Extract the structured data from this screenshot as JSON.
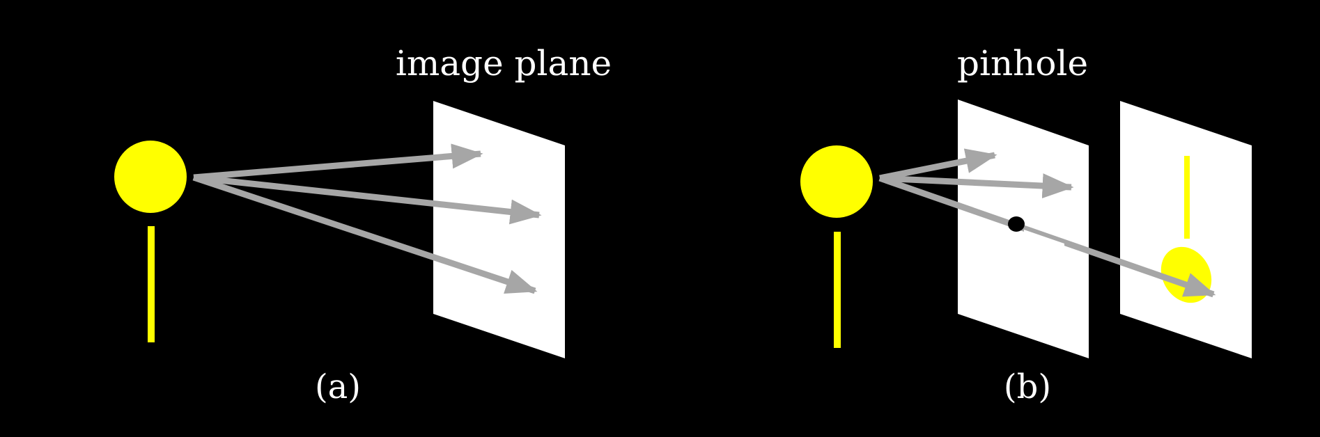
{
  "colors": {
    "background": "#000000",
    "object": "#ffff00",
    "ray": "#a6a6a6",
    "plane": "#ffffff",
    "pinhole": "#000000"
  },
  "panel_a": {
    "plane_label": "image plane",
    "caption": "(a)"
  },
  "panel_b": {
    "plane_label": "pinhole",
    "caption": "(b)"
  }
}
